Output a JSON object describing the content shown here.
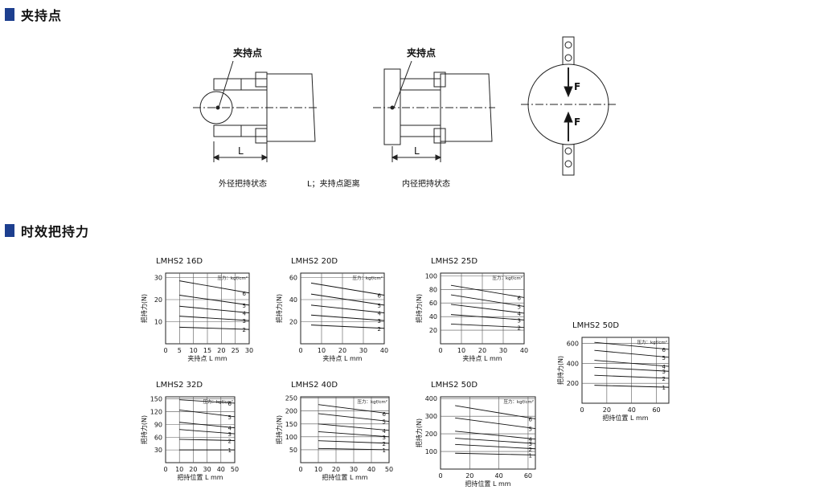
{
  "section1": {
    "title": "夹持点"
  },
  "section2": {
    "title": "时效把持力"
  },
  "diagram": {
    "clamp_point_label_1": "夹持点",
    "clamp_point_label_2": "夹持点",
    "L_label_1": "L",
    "L_label_2": "L",
    "F_top": "F",
    "F_bottom": "F",
    "caption_outer": "外径把持状态",
    "caption_L": "L；夹持点距离",
    "caption_inner": "内径把持状态"
  },
  "chart_data": [
    {
      "type": "line",
      "title": "LMHS2 16D",
      "xlabel": "夹持点 L mm",
      "ylabel": "把持力(N)",
      "legend_title": "压力：kgf/cm²",
      "xticks": [
        0,
        5,
        10,
        15,
        20,
        25,
        30
      ],
      "yticks": [
        10,
        20,
        30
      ],
      "xlim": [
        0,
        30
      ],
      "ylim": [
        0,
        32
      ],
      "series": [
        {
          "name": "6",
          "x": [
            5,
            30
          ],
          "y": [
            28.5,
            23
          ]
        },
        {
          "name": "5",
          "x": [
            5,
            30
          ],
          "y": [
            22,
            17.5
          ]
        },
        {
          "name": "4",
          "x": [
            5,
            30
          ],
          "y": [
            17,
            14
          ]
        },
        {
          "name": "3",
          "x": [
            5,
            30
          ],
          "y": [
            12.5,
            10.5
          ]
        },
        {
          "name": "2",
          "x": [
            5,
            30
          ],
          "y": [
            7.5,
            6.5
          ]
        }
      ]
    },
    {
      "type": "line",
      "title": "LMHS2 20D",
      "xlabel": "夹持点 L mm",
      "ylabel": "把持力(N)",
      "legend_title": "压力：kgf/cm²",
      "xticks": [
        0,
        10,
        20,
        30,
        40
      ],
      "yticks": [
        20,
        40,
        60
      ],
      "xlim": [
        0,
        40
      ],
      "ylim": [
        0,
        64
      ],
      "series": [
        {
          "name": "6",
          "x": [
            5,
            40
          ],
          "y": [
            55,
            44
          ]
        },
        {
          "name": "5",
          "x": [
            5,
            40
          ],
          "y": [
            45,
            35
          ]
        },
        {
          "name": "4",
          "x": [
            5,
            40
          ],
          "y": [
            35,
            28
          ]
        },
        {
          "name": "3",
          "x": [
            5,
            40
          ],
          "y": [
            26,
            21
          ]
        },
        {
          "name": "2",
          "x": [
            5,
            40
          ],
          "y": [
            17,
            14
          ]
        }
      ]
    },
    {
      "type": "line",
      "title": "LMHS2 25D",
      "xlabel": "夹持点 L mm",
      "ylabel": "把持力(N)",
      "legend_title": "压力：kgf/cm²",
      "xticks": [
        0,
        10,
        20,
        30,
        40
      ],
      "yticks": [
        20,
        40,
        60,
        80,
        100
      ],
      "xlim": [
        0,
        40
      ],
      "ylim": [
        0,
        104
      ],
      "series": [
        {
          "name": "6",
          "x": [
            5,
            40
          ],
          "y": [
            86,
            68
          ]
        },
        {
          "name": "5",
          "x": [
            5,
            40
          ],
          "y": [
            72,
            55
          ]
        },
        {
          "name": "4",
          "x": [
            5,
            40
          ],
          "y": [
            58,
            45
          ]
        },
        {
          "name": "3",
          "x": [
            5,
            40
          ],
          "y": [
            43,
            35
          ]
        },
        {
          "name": "2",
          "x": [
            5,
            40
          ],
          "y": [
            29,
            24
          ]
        }
      ]
    },
    {
      "type": "line",
      "title": "LMHS2 32D",
      "xlabel": "把持位置 L mm",
      "ylabel": "把持力(N)",
      "legend_title": "压力：kgf/cm²",
      "xticks": [
        0,
        10,
        20,
        30,
        40,
        50
      ],
      "yticks": [
        30,
        60,
        90,
        120,
        150
      ],
      "xlim": [
        0,
        50
      ],
      "ylim": [
        0,
        155
      ],
      "series": [
        {
          "name": "6",
          "x": [
            10,
            50
          ],
          "y": [
            148,
            140
          ]
        },
        {
          "name": "5",
          "x": [
            10,
            50
          ],
          "y": [
            124,
            108
          ]
        },
        {
          "name": "4",
          "x": [
            10,
            50
          ],
          "y": [
            95,
            82
          ]
        },
        {
          "name": "3",
          "x": [
            10,
            50
          ],
          "y": [
            78,
            68
          ]
        },
        {
          "name": "2",
          "x": [
            10,
            50
          ],
          "y": [
            55,
            52
          ]
        },
        {
          "name": "1",
          "x": [
            10,
            50
          ],
          "y": [
            30,
            30
          ]
        }
      ]
    },
    {
      "type": "line",
      "title": "LMHS2 40D",
      "xlabel": "把持位置 L mm",
      "ylabel": "把持力(N)",
      "legend_title": "压力：kgf/cm²",
      "xticks": [
        0,
        10,
        20,
        30,
        40,
        50
      ],
      "yticks": [
        50,
        100,
        150,
        200,
        250
      ],
      "xlim": [
        0,
        50
      ],
      "ylim": [
        0,
        255
      ],
      "series": [
        {
          "name": "6",
          "x": [
            10,
            50
          ],
          "y": [
            225,
            190
          ]
        },
        {
          "name": "5",
          "x": [
            10,
            50
          ],
          "y": [
            190,
            160
          ]
        },
        {
          "name": "4",
          "x": [
            10,
            50
          ],
          "y": [
            150,
            125
          ]
        },
        {
          "name": "3",
          "x": [
            10,
            50
          ],
          "y": [
            120,
            100
          ]
        },
        {
          "name": "2",
          "x": [
            10,
            50
          ],
          "y": [
            85,
            75
          ]
        },
        {
          "name": "1",
          "x": [
            10,
            50
          ],
          "y": [
            55,
            50
          ]
        }
      ]
    },
    {
      "type": "line",
      "title": "LMHS2 50D",
      "xlabel": "把持位置 L mm",
      "ylabel": "把持力(N)",
      "legend_title": "压力：kgf/cm²",
      "xticks": [
        0,
        20,
        40,
        60
      ],
      "yticks": [
        100,
        200,
        300,
        400
      ],
      "xlim": [
        0,
        65
      ],
      "ylim": [
        0,
        410
      ],
      "series": [
        {
          "name": "6",
          "x": [
            10,
            65
          ],
          "y": [
            360,
            285
          ]
        },
        {
          "name": "5",
          "x": [
            10,
            65
          ],
          "y": [
            290,
            230
          ]
        },
        {
          "name": "4",
          "x": [
            10,
            65
          ],
          "y": [
            215,
            170
          ]
        },
        {
          "name": "3",
          "x": [
            10,
            65
          ],
          "y": [
            175,
            145
          ]
        },
        {
          "name": "2",
          "x": [
            10,
            65
          ],
          "y": [
            140,
            115
          ]
        },
        {
          "name": "1",
          "x": [
            10,
            65
          ],
          "y": [
            90,
            80
          ]
        }
      ]
    },
    {
      "type": "line",
      "title": "LMHS2 50D",
      "xlabel": "把持位置 L mm",
      "ylabel": "把持力(N)",
      "legend_title": "压力：kgf/cm²",
      "xticks": [
        0,
        20,
        40,
        60
      ],
      "yticks": [
        200,
        400,
        600
      ],
      "xlim": [
        0,
        70
      ],
      "ylim": [
        0,
        660
      ],
      "series": [
        {
          "name": "6",
          "x": [
            10,
            70
          ],
          "y": [
            610,
            540
          ]
        },
        {
          "name": "5",
          "x": [
            10,
            70
          ],
          "y": [
            530,
            460
          ]
        },
        {
          "name": "4",
          "x": [
            10,
            70
          ],
          "y": [
            430,
            370
          ]
        },
        {
          "name": "3",
          "x": [
            10,
            70
          ],
          "y": [
            360,
            320
          ]
        },
        {
          "name": "2",
          "x": [
            10,
            70
          ],
          "y": [
            280,
            250
          ]
        },
        {
          "name": "1",
          "x": [
            10,
            70
          ],
          "y": [
            180,
            160
          ]
        }
      ]
    }
  ]
}
